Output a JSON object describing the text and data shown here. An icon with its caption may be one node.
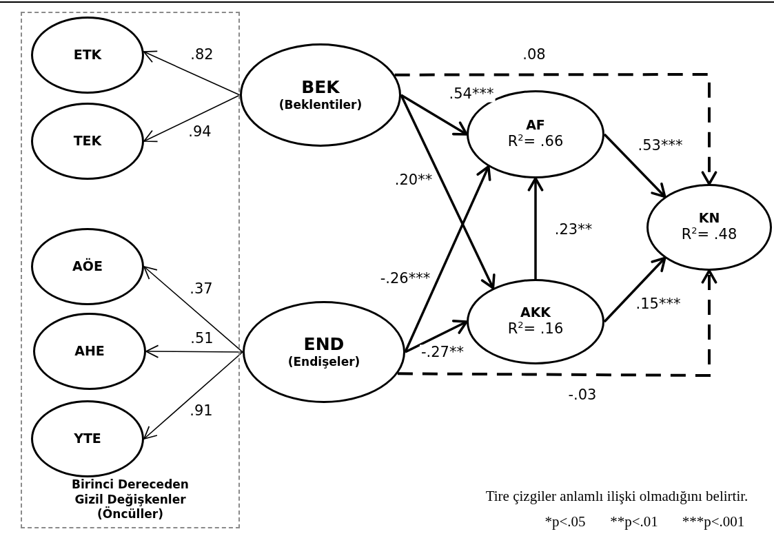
{
  "diagram": {
    "nodes": [
      {
        "text": [
          "Birinci Dereceden Gizil Değişkenler (Öncüller)"
        ]
      },
      {
        "text": [
          "ETK"
        ],
        "in": 0
      },
      {
        "text": [
          "TEK"
        ],
        "in": 0
      },
      {
        "text": [
          "AÖE"
        ],
        "in": 0
      },
      {
        "text": [
          "AHE"
        ],
        "in": 0
      },
      {
        "text": [
          "YTE"
        ],
        "in": 0
      },
      {
        "text": [
          "BEK",
          "(Beklentiler)"
        ]
      },
      {
        "text": [
          "END",
          "(Endişeler)"
        ]
      },
      {
        "text": [
          "AF",
          "R$^{2}$= .66"
        ]
      },
      {
        "text": [
          "AKK",
          "R$^{2}$= .16"
        ]
      },
      {
        "text": [
          "KN",
          "R$^{2}$= .48"
        ]
      }
    ],
    "edges": [
      {
        "from": 6,
        "to": 1,
        "arrow": "to",
        "label": ".82"
      },
      {
        "from": 6,
        "to": 2,
        "arrow": "to",
        "label": ".94"
      },
      {
        "from": 7,
        "to": 3,
        "arrow": "to",
        "label": ".37"
      },
      {
        "from": 7,
        "to": 4,
        "arrow": "to",
        "label": ".51"
      },
      {
        "from": 7,
        "to": 5,
        "arrow": "to",
        "label": ".91"
      },
      {
        "from": 6,
        "to": 8,
        "arrow": "to",
        "label": ".54***"
      },
      {
        "from": 6,
        "to": 9,
        "arrow": "to",
        "label": ".20**"
      },
      {
        "from": 7,
        "to": 8,
        "arrow": "to",
        "label": "-.26***"
      },
      {
        "from": 7,
        "to": 9,
        "arrow": "to",
        "label": "-.27**"
      },
      {
        "from": 9,
        "to": 8,
        "arrow": "to",
        "label": ".23**"
      },
      {
        "from": 8,
        "to": 10,
        "arrow": "to",
        "label": ".53***"
      },
      {
        "from": 9,
        "to": 10,
        "arrow": "to",
        "label": ".15***"
      },
      {
        "from": 6,
        "to": 10,
        "arrow": "to",
        "label": ".08",
        "style": "dashed"
      },
      {
        "from": 7,
        "to": 10,
        "arrow": "to",
        "label": "-.03",
        "style": "dashed"
      }
    ],
    "labels": [
      "Tire çizgiler anlamlı ilişki olmadığını belirtir.",
      "*p<.05",
      "**p<.01",
      "***p<.001"
    ]
  }
}
